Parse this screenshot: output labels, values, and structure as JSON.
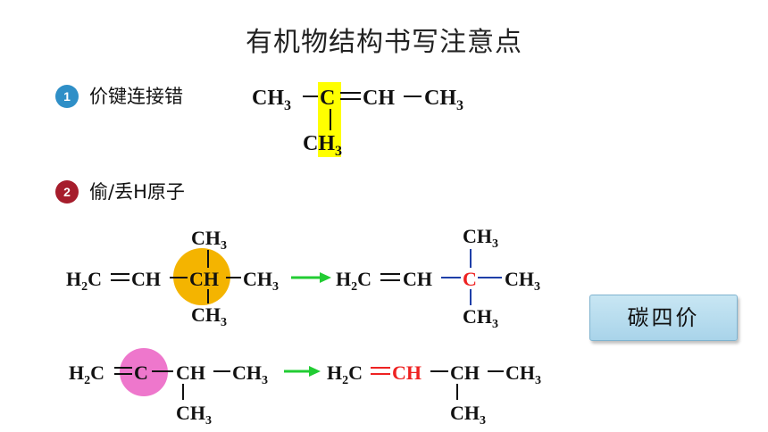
{
  "title": "有机物结构书写注意点",
  "points": [
    {
      "number": "1",
      "label": "价键连接错"
    },
    {
      "number": "2",
      "label": "偷/丢H原子"
    }
  ],
  "note": "碳四价",
  "formula1": {
    "main": [
      "CH",
      "C",
      "CH",
      "CH"
    ],
    "branch": "CH",
    "sub": "3"
  },
  "formula2": {
    "left_main": [
      "H",
      "C",
      "CH",
      "CH",
      "CH"
    ],
    "left_branch_top": "CH",
    "left_branch_bottom": "CH",
    "right_main": [
      "H",
      "C",
      "CH",
      "C",
      "CH"
    ],
    "right_branch_top": "CH",
    "right_branch_bottom": "CH"
  },
  "formula3": {
    "left_main": [
      "H",
      "C",
      "C",
      "CH",
      "CH"
    ],
    "left_branch": "CH",
    "right_main": [
      "H",
      "C",
      "CH",
      "CH",
      "CH"
    ],
    "right_branch": "CH"
  },
  "subscripts": {
    "two": "2",
    "three": "3"
  },
  "colors": {
    "highlight_yellow": "#ffff00",
    "circle_orange": "#f4b400",
    "circle_pink": "#ee77cc",
    "arrow_green": "#22cc33",
    "bond_blue": "#1f3fa8",
    "red": "#ee2222"
  }
}
